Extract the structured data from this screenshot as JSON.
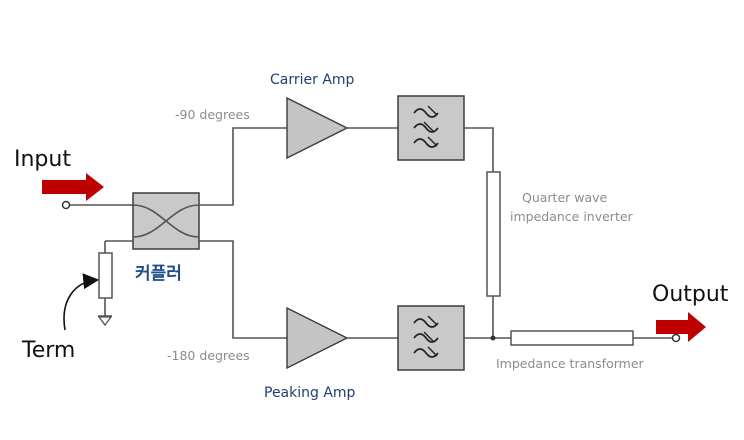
{
  "labels": {
    "input": "Input",
    "output": "Output",
    "term": "Term",
    "coupler": "커플러",
    "carrier_amp": "Carrier Amp",
    "peaking_amp": "Peaking Amp",
    "minus90": "-90 degrees",
    "minus180": "-180 degrees",
    "quarter_wave_line1": "Quarter wave",
    "quarter_wave_line2": "impedance inverter",
    "impedance_transformer": "Impedance transformer"
  },
  "colors": {
    "arrow": "#c00000",
    "block_fill": "#c9c9c9",
    "wire": "#555555",
    "blue_text": "#1f3f73"
  }
}
